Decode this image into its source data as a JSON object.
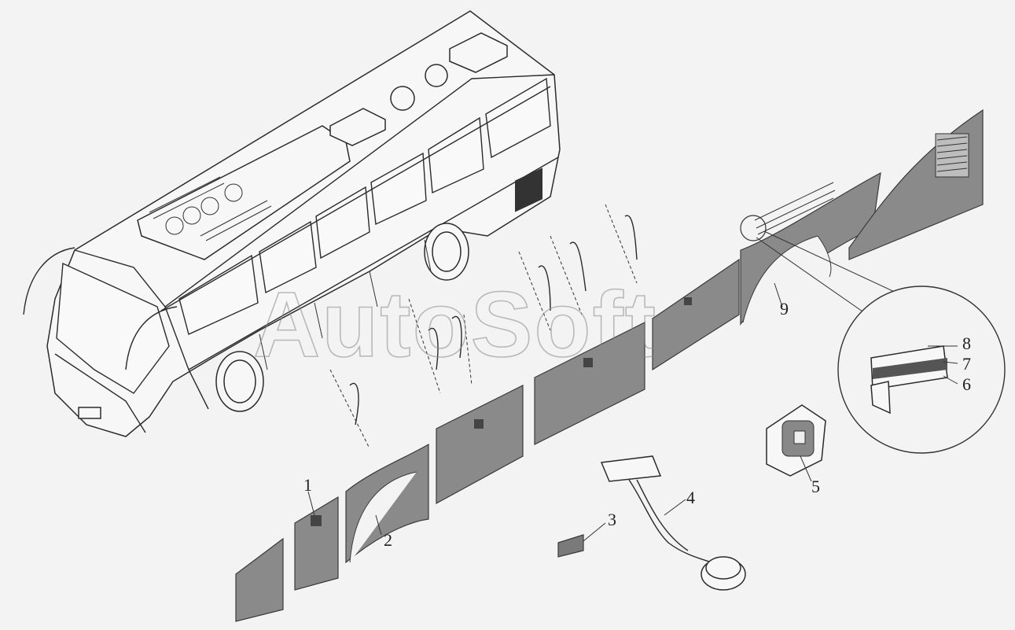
{
  "watermark": "AutoSoft",
  "callouts": {
    "c1": "1",
    "c2": "2",
    "c3": "3",
    "c4": "4",
    "c5": "5",
    "c6": "6",
    "c7": "7",
    "c8": "8",
    "c9": "9"
  },
  "colors": {
    "panel": "#7a7a7a",
    "line": "#2a2a2a",
    "background": "#f3f3f3"
  }
}
